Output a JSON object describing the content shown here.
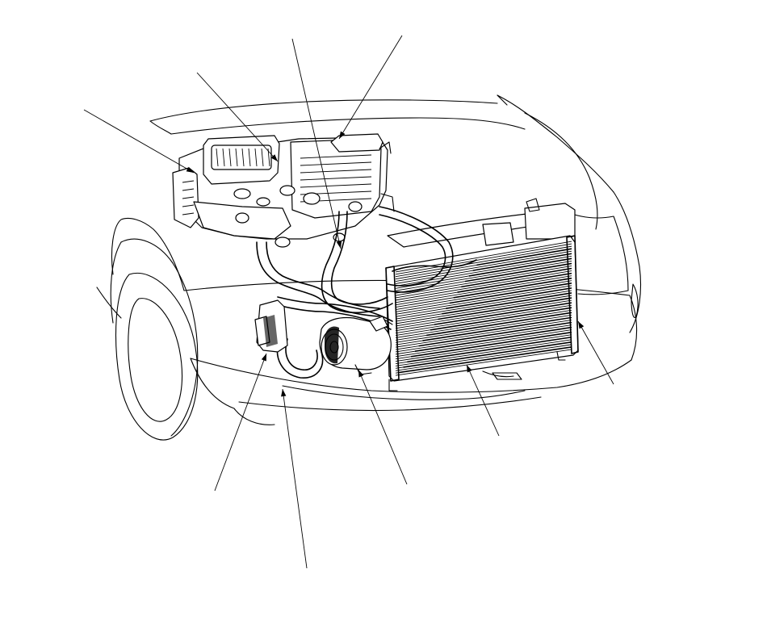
{
  "figure": {
    "background": "#ffffff",
    "line_color": "#000000",
    "callout_count": 10,
    "callouts": [
      {
        "name": "leader-heater-unit-left",
        "label": ""
      },
      {
        "name": "leader-blower-unit",
        "label": ""
      },
      {
        "name": "leader-evaporator",
        "label": ""
      },
      {
        "name": "leader-hvac-intake",
        "label": ""
      },
      {
        "name": "leader-receiver-dryer",
        "label": ""
      },
      {
        "name": "leader-compressor",
        "label": ""
      },
      {
        "name": "leader-condenser",
        "label": ""
      },
      {
        "name": "leader-condenser-bracket",
        "label": ""
      },
      {
        "name": "leader-suction-line",
        "label": ""
      },
      {
        "name": "leader-discharge-line",
        "label": ""
      }
    ]
  }
}
